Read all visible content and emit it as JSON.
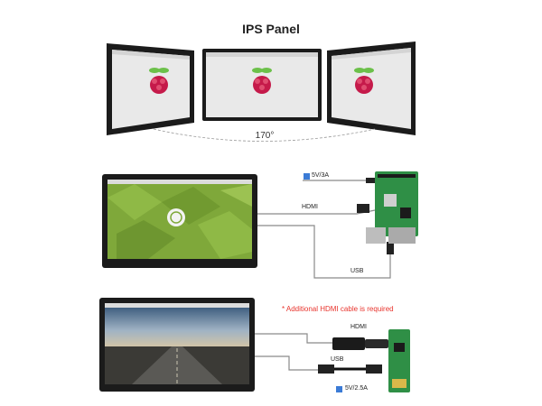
{
  "header": {
    "title": "IPS Panel"
  },
  "viewing_angle": {
    "label": "170°"
  },
  "setup_pi4": {
    "power_label": "5V/3A",
    "hdmi_label": "HDMI",
    "usb_label": "USB"
  },
  "setup_zero": {
    "note": "* Additional HDMI cable is required",
    "hdmi_label": "HDMI",
    "usb_label": "USB",
    "power_label": "5V/2.5A"
  },
  "colors": {
    "raspberry_red": "#c51a4a",
    "leaf_green": "#6cc04a",
    "desktop_green": "#7fa83a",
    "cable_gray": "#8a8a8a",
    "note_red": "#e8332c",
    "board_green": "#2f8f46",
    "power_badge_blue": "#3b7bd6"
  },
  "icons": {
    "logo": "raspberry-pi-logo",
    "power": "power-plug-icon"
  }
}
